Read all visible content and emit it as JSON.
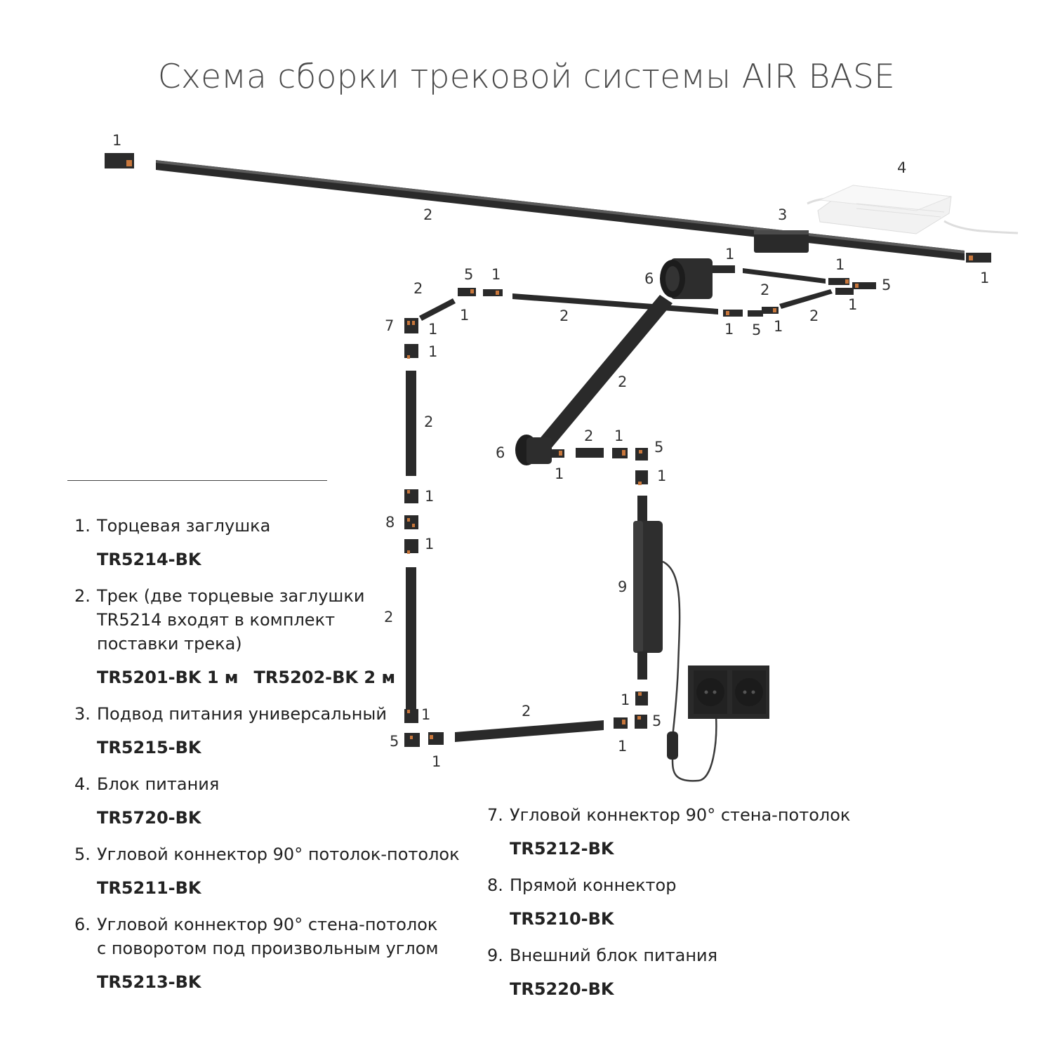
{
  "title": "Схема сборки трековой системы AIR BASE",
  "callouts": {
    "c1": "1",
    "c2": "2",
    "c3": "3",
    "c4": "4",
    "c5": "5",
    "c6": "6",
    "c7": "7",
    "c8": "8",
    "c9": "9"
  },
  "legend_left": [
    {
      "num": "1.",
      "lines": [
        "Торцевая заглушка"
      ],
      "codes": [
        "TR5214-BK"
      ]
    },
    {
      "num": "2.",
      "lines": [
        "Трек (две торцевые заглушки",
        "TR5214 входят в комплект",
        "поставки трека)"
      ],
      "codes": [
        "TR5201-BK  1 м",
        "TR5202-BK  2 м"
      ]
    },
    {
      "num": "3.",
      "lines": [
        "Подвод питания универсальный"
      ],
      "codes": [
        "TR5215-BK"
      ]
    },
    {
      "num": "4.",
      "lines": [
        "Блок питания"
      ],
      "codes": [
        "TR5720-BK"
      ]
    },
    {
      "num": "5.",
      "lines": [
        "Угловой коннектор 90° потолок-потолок"
      ],
      "codes": [
        "TR5211-BK"
      ]
    },
    {
      "num": "6.",
      "lines": [
        "Угловой коннектор 90° стена-потолок",
        "с поворотом под произвольным углом"
      ],
      "codes": [
        "TR5213-BK"
      ]
    }
  ],
  "legend_right": [
    {
      "num": "7.",
      "lines": [
        "Угловой коннектор 90° стена-потолок"
      ],
      "codes": [
        "TR5212-BK"
      ]
    },
    {
      "num": "8.",
      "lines": [
        "Прямой коннектор"
      ],
      "codes": [
        "TR5210-BK"
      ]
    },
    {
      "num": "9.",
      "lines": [
        "Внешний блок питания"
      ],
      "codes": [
        "TR5220-BK"
      ]
    }
  ],
  "colors": {
    "track": "#2b2b2b",
    "track_edge": "#111111",
    "copper": "#c8773c",
    "psu": "#eeeeee",
    "socket": "#2a2a2a"
  }
}
